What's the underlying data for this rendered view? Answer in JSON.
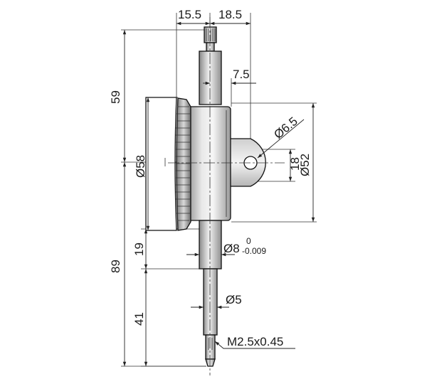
{
  "drawing": {
    "dimensions": {
      "cap_offset": "15.5",
      "stem_offset": "18.5",
      "back_offset": "7.5",
      "lug_hole": "Ø6.5",
      "lug_height": "18",
      "back_diameter": "Ø52",
      "dial_diameter": "Ø58",
      "top_height": "59",
      "total_height": "89",
      "stem_length": "19",
      "stem_diameter": "Ø8",
      "stem_tolerance_upper": "0",
      "stem_tolerance_lower": "-0.009",
      "spindle_length": "41",
      "spindle_diameter": "Ø5",
      "tip_thread": "M2.5x0.45"
    }
  }
}
